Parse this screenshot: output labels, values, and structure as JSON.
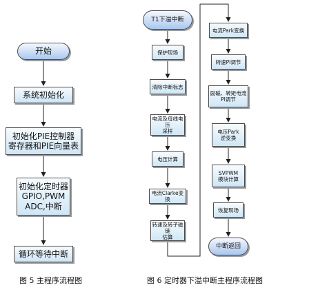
{
  "flow1": {
    "start": "开始",
    "init_system": "系统初始化",
    "init_pie": "初始化PIE控制器\n寄存器和PIE向量表",
    "init_timer": "初始化定时器\nGPIO,PWM\nADC,中断",
    "wait_loop": "循环等待中断"
  },
  "flow2": {
    "start": "T1下溢中断",
    "save_context": "保护现场",
    "clear_flag": "清除中断标志",
    "sample": "电流及母线电压\n采样",
    "voltage_calc": "电压计算",
    "clarke": "电流Clarke变换",
    "estimate": "转速及转子磁链\n估算",
    "park": "电流Park变换",
    "speed_pi": "转速PI调节",
    "current_pi": "励磁、转矩电流\nPI调节",
    "inv_park": "电压Park\n逆变换",
    "svpwm": "SVPWM\n模块计算",
    "restore": "恢复现场",
    "end": "中断返回"
  },
  "captions": {
    "fig5": "图 5  主程序流程图",
    "fig6": "图 6  定时器下溢中断主程序流程图"
  }
}
